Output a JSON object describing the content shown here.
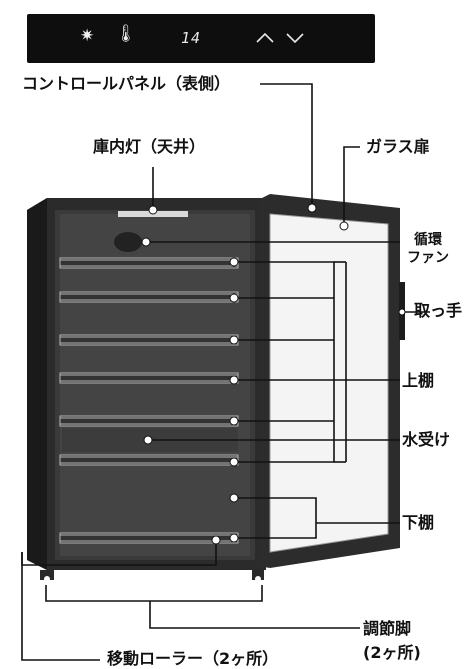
{
  "control_panel": {
    "icons": [
      "light-icon",
      "thermometer-icon",
      "up-arrow-icon",
      "down-arrow-icon"
    ],
    "display_value": "14"
  },
  "labels": {
    "control_panel": "コントロールパネル（表側）",
    "interior_light": "庫内灯（天井）",
    "glass_door": "ガラス扉",
    "circulation_fan_line1": "循環",
    "circulation_fan_line2": "ファン",
    "handle": "取っ手",
    "upper_shelf": "上棚",
    "drip_tray": "水受け",
    "lower_shelf": "下棚",
    "adjuster_feet_line1": "調節脚",
    "adjuster_feet_line2": "(2ヶ所)",
    "casters": "移動ローラー（2ヶ所）"
  },
  "colors": {
    "panel": "#0e0e0e",
    "cabinet": "#2a2a2a",
    "callout_dot": "#ffffff",
    "leader_line": "#111111"
  }
}
